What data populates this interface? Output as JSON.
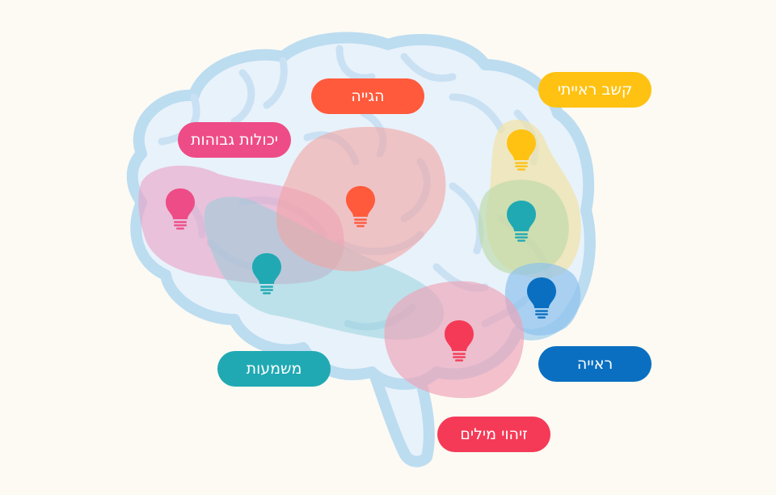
{
  "colors": {
    "background": "#fcfaf3",
    "brain_fill": "#e8f2fb",
    "brain_outline": "#bcdcf0",
    "gyri_lines": "#c9e1f3"
  },
  "regions": [
    {
      "key": "hagiya",
      "label": "הגייה",
      "color": "#ff5a3c",
      "icon": "lightbulb-icon"
    },
    {
      "key": "yecholot",
      "label": "יכולות גבוהות",
      "color": "#ee4c86",
      "icon": "lightbulb-icon"
    },
    {
      "key": "kesher",
      "label": "קשב ראייתי",
      "color": "#ffc212",
      "icon": "lightbulb-icon"
    },
    {
      "key": "mashmaut",
      "label": "משמעות",
      "color": "#20a9b3",
      "icon": "lightbulb-icon"
    },
    {
      "key": "reiya",
      "label": "ראייה",
      "color": "#0a6fc0",
      "icon": "lightbulb-icon"
    },
    {
      "key": "zihui",
      "label": "זיהוי מילים",
      "color": "#f53a57",
      "icon": "lightbulb-icon"
    }
  ],
  "blob_colors": {
    "yecholot": "#e9a0c6",
    "hagiya": "#f1a3a3",
    "mashmaut": "#8fd0da",
    "kesher": "#f2e3a5",
    "mid_green": "#bcd8a8",
    "reiya": "#8ec2ec",
    "zihui": "#eea2b6"
  }
}
